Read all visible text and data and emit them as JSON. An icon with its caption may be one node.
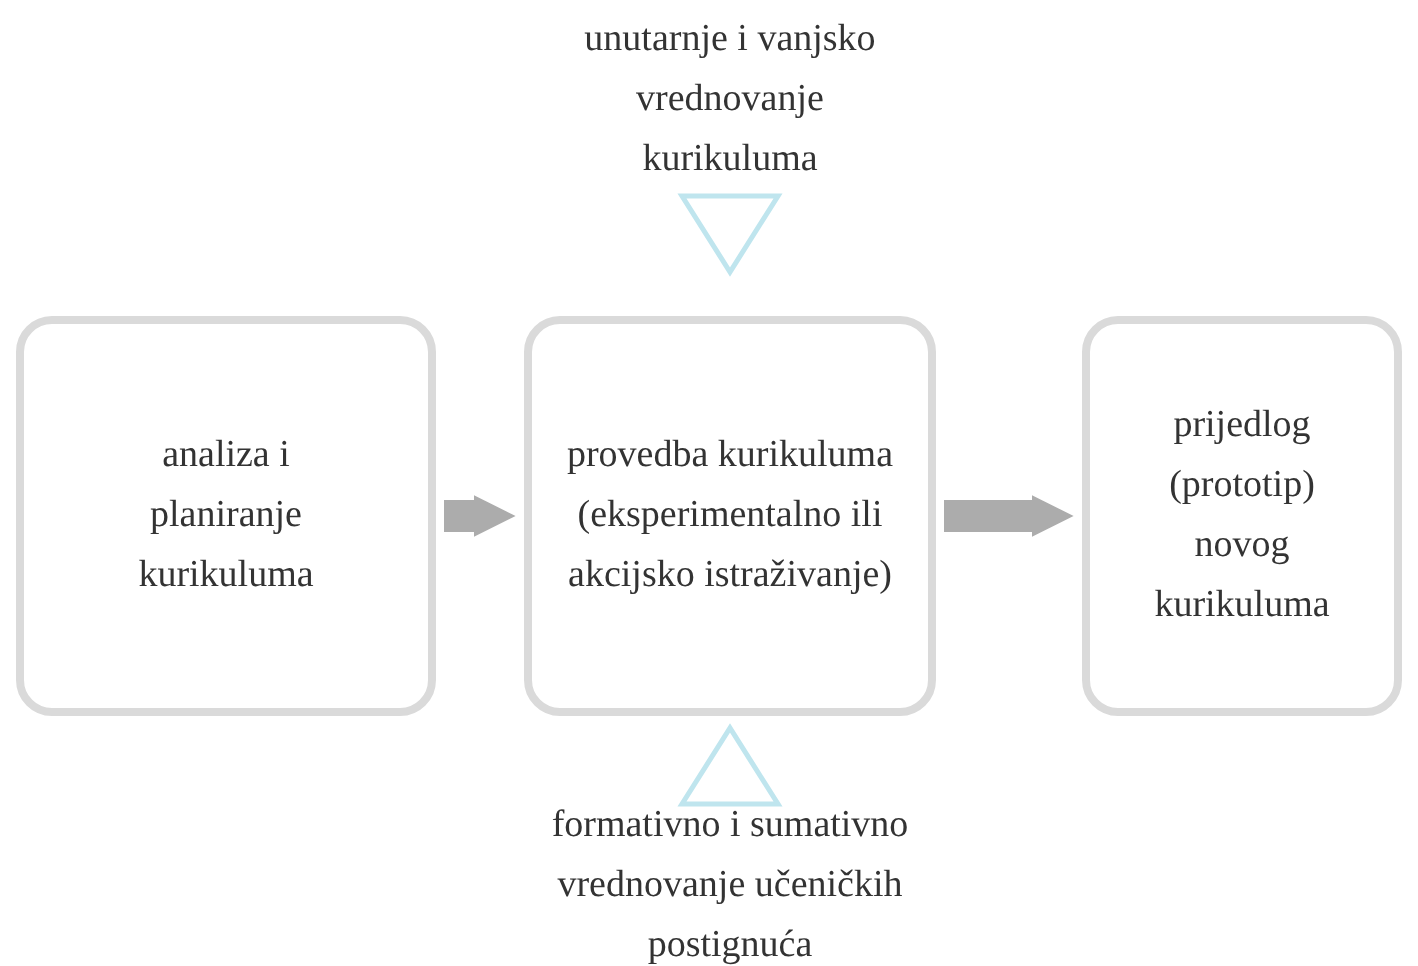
{
  "diagram": {
    "nodes": [
      {
        "text": [
          "unutarnje i vanjsko vrednovanje kurikuluma"
        ]
      },
      {
        "text": [
          "analiza i planiranje kurikuluma"
        ]
      },
      {
        "text": [
          "provedba kurikuluma (eksperimentalno ili akcijsko istraživanje)"
        ]
      },
      {
        "text": [
          "prijedlog (prototip) novog kurikuluma"
        ]
      },
      {
        "text": [
          "formativno i sumativno vrednovanje učeničkih postignuća"
        ]
      }
    ],
    "edges": [
      {
        "from": 0,
        "to": 2,
        "arrow": "to",
        "color": "#bfe5ee"
      },
      {
        "from": 1,
        "to": 2,
        "arrow": "to",
        "color": "#acacac"
      },
      {
        "from": 2,
        "to": 3,
        "arrow": "to",
        "color": "#acacac"
      },
      {
        "from": 4,
        "to": 2,
        "arrow": "to",
        "color": "#bfe5ee"
      }
    ]
  }
}
